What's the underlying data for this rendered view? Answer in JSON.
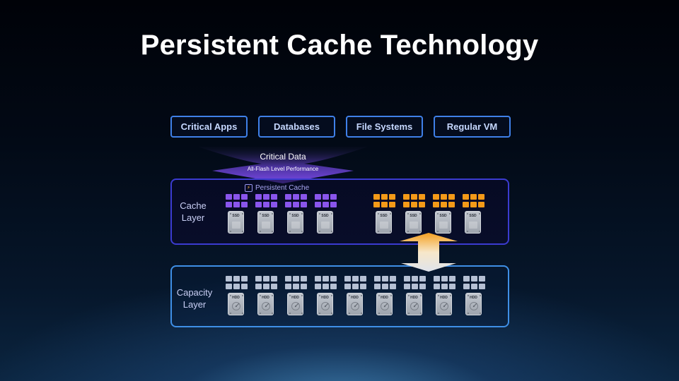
{
  "title": "Persistent Cache Technology",
  "workloads": [
    "Critical Apps",
    "Databases",
    "File Systems",
    "Regular VM"
  ],
  "funnel": {
    "line1": "Critical Data",
    "line2": "All-Flash Level Performance"
  },
  "cache_layer": {
    "label_line1": "Cache",
    "label_line2": "Layer",
    "persistent_cache_label": "Persistent Cache",
    "drive_label": "SSD",
    "purple_groups": 4,
    "orange_groups": 4
  },
  "capacity_layer": {
    "label_line1": "Capacity",
    "label_line2": "Layer",
    "drive_label": "HDD",
    "groups": 9
  },
  "colors": {
    "purple": "#8a55ec",
    "orange": "#f49a18",
    "grey": "#b5c0d4",
    "cache_border": "#3b3bd0",
    "capacity_border": "#3f8fe6",
    "tag_border": "#3f80e8"
  }
}
